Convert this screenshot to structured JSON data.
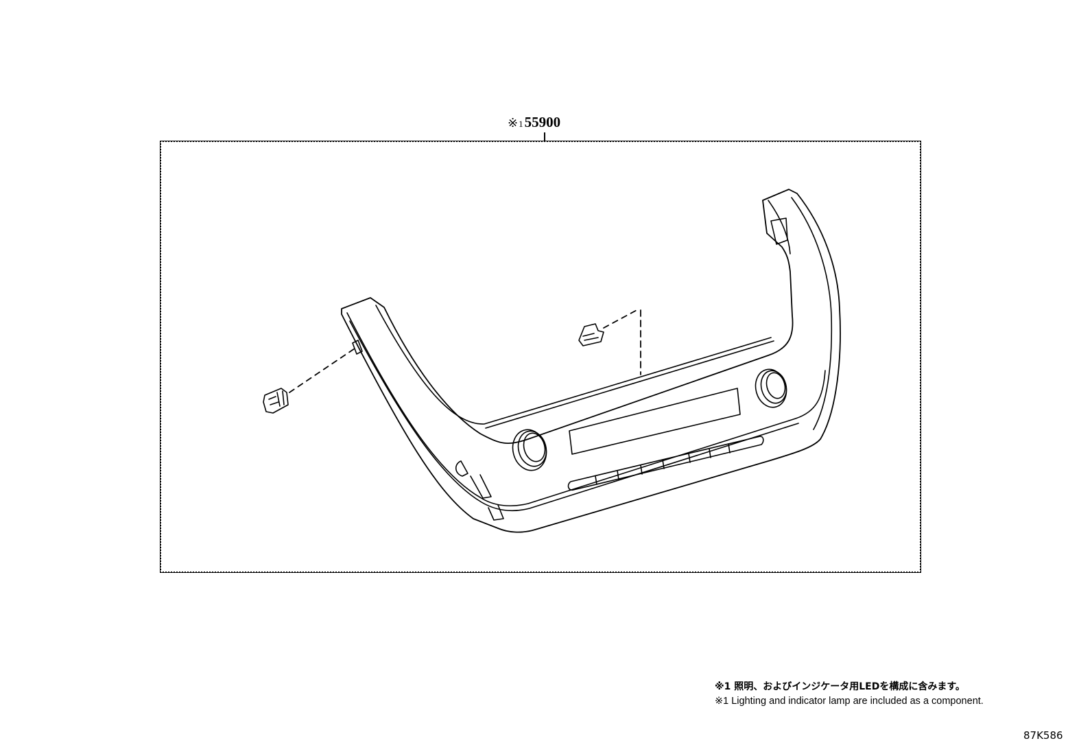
{
  "diagram": {
    "callout": {
      "mark": "※",
      "footnote_ref": "1",
      "part_number": "55900"
    },
    "notes": [
      {
        "lang": "ja",
        "text": "※1 照明、およびインジケータ用LEDを構成に含みます。"
      },
      {
        "lang": "en",
        "text": "※1 Lighting and indicator lamp are included as a component."
      }
    ],
    "illustration_code": "87K586",
    "components": [
      {
        "name": "center-console-panel",
        "description": "Radio / A/C control bezel assembly with two knobs, display window and button strip"
      },
      {
        "name": "clip-left",
        "description": "Mounting clip, dashed leader to left panel edge"
      },
      {
        "name": "clip-center",
        "description": "Mounting clip, dashed leader to panel top edge"
      }
    ],
    "colors": {
      "line": "#000000",
      "background": "#ffffff"
    }
  }
}
